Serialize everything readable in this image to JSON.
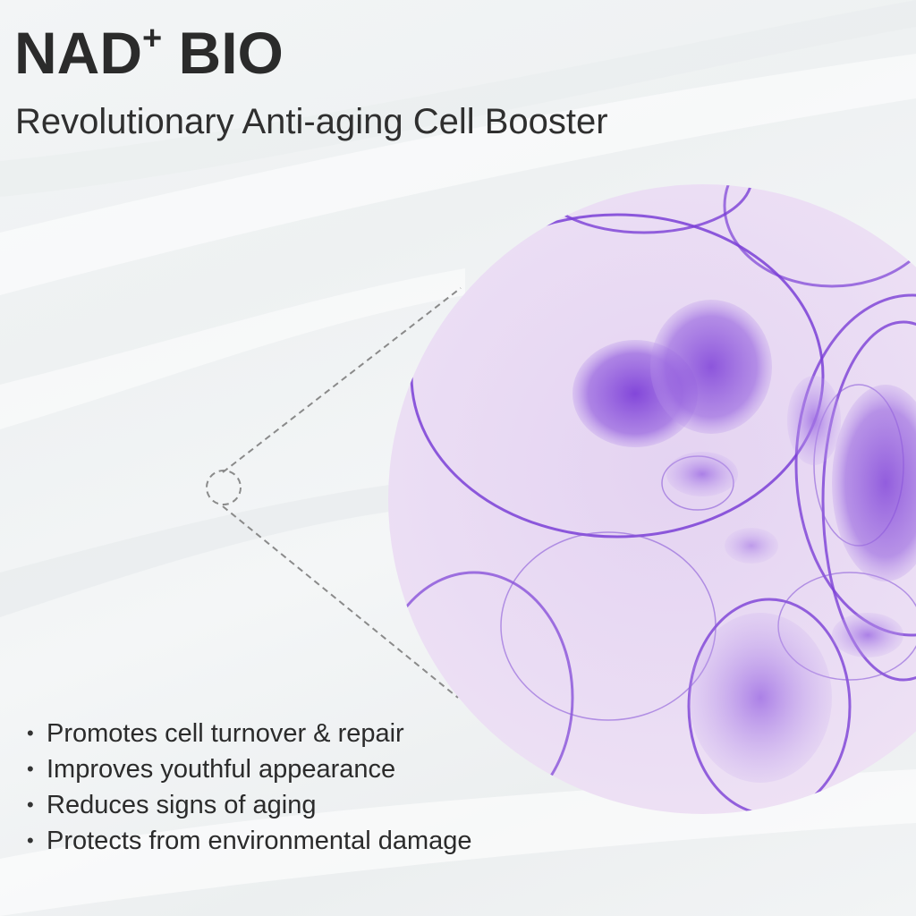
{
  "header": {
    "brand_main": "NAD",
    "brand_sup": "+",
    "brand_suffix": " BIO",
    "subtitle": "Revolutionary Anti-aging Cell Booster"
  },
  "benefits": {
    "bullet_glyph": "•",
    "items": [
      {
        "label": "Promotes cell turnover & repair"
      },
      {
        "label": "Improves youthful appearance"
      },
      {
        "label": "Reduces signs of aging"
      },
      {
        "label": "Protects from environmental damage"
      }
    ]
  },
  "illustration": {
    "name": "cell-magnification",
    "accent": "#7a3fd6",
    "circle_fill": "#ece0f4",
    "callout_line_color": "#8a8a8a"
  }
}
